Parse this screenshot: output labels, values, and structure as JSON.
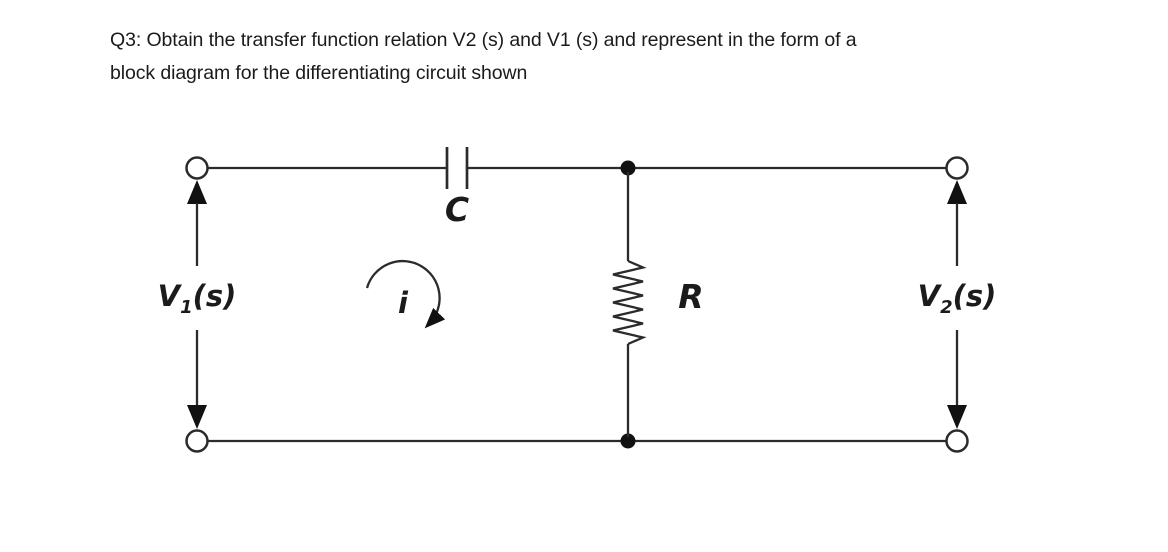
{
  "question": {
    "line1": "Q3: Obtain the transfer function relation V2 (s) and V1 (s) and represent in the form of a",
    "line2": "block diagram for the differentiating circuit shown"
  },
  "circuit": {
    "input_voltage": {
      "base": "V",
      "sub": "1",
      "arg": "(s)"
    },
    "output_voltage": {
      "base": "V",
      "sub": "2",
      "arg": "(s)"
    },
    "capacitor_label": "C",
    "resistor_label": "R",
    "current_label": "i"
  },
  "colors": {
    "line": "#2b2b2b",
    "text": "#1b1b1b",
    "background": "#ffffff"
  }
}
